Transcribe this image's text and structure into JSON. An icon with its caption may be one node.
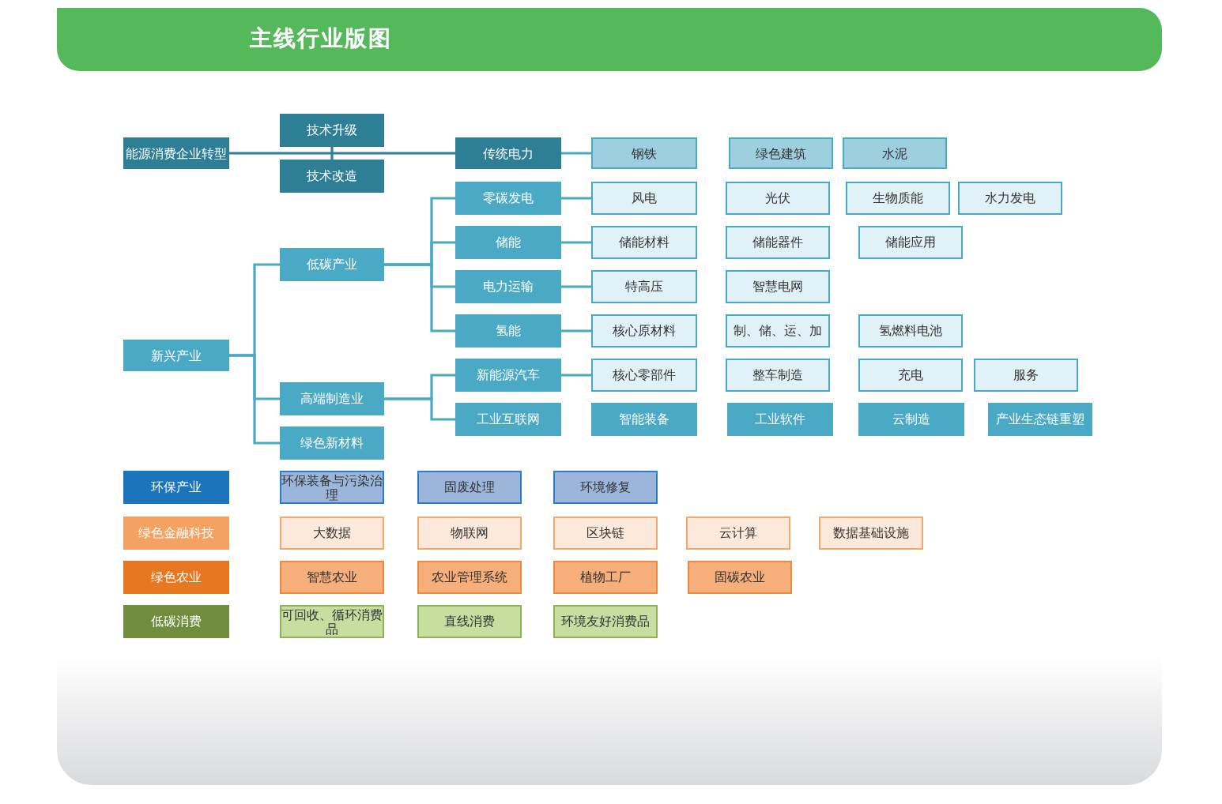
{
  "diagram": {
    "title": "主线行业版图",
    "nodes": [
      {
        "text": [
          "能源消费企业转型"
        ]
      },
      {
        "text": [
          "技术升级"
        ]
      },
      {
        "text": [
          "技术改造"
        ]
      },
      {
        "text": [
          "传统电力"
        ]
      },
      {
        "text": [
          "钢铁"
        ]
      },
      {
        "text": [
          "绿色建筑"
        ]
      },
      {
        "text": [
          "水泥"
        ]
      },
      {
        "text": [
          "新兴产业"
        ]
      },
      {
        "text": [
          "低碳产业"
        ]
      },
      {
        "text": [
          "高端制造业"
        ]
      },
      {
        "text": [
          "绿色新材料"
        ]
      },
      {
        "text": [
          "零碳发电"
        ]
      },
      {
        "text": [
          "储能"
        ]
      },
      {
        "text": [
          "电力运输"
        ]
      },
      {
        "text": [
          "氢能"
        ]
      },
      {
        "text": [
          "新能源汽车"
        ]
      },
      {
        "text": [
          "工业互联网"
        ]
      },
      {
        "text": [
          "风电"
        ]
      },
      {
        "text": [
          "光伏"
        ]
      },
      {
        "text": [
          "生物质能"
        ]
      },
      {
        "text": [
          "水力发电"
        ]
      },
      {
        "text": [
          "储能材料"
        ]
      },
      {
        "text": [
          "储能器件"
        ]
      },
      {
        "text": [
          "储能应用"
        ]
      },
      {
        "text": [
          "特高压"
        ]
      },
      {
        "text": [
          "智慧电网"
        ]
      },
      {
        "text": [
          "核心原材料"
        ]
      },
      {
        "text": [
          "制、储、运、加"
        ]
      },
      {
        "text": [
          "氢燃料电池"
        ]
      },
      {
        "text": [
          "核心零部件"
        ]
      },
      {
        "text": [
          "整车制造"
        ]
      },
      {
        "text": [
          "充电"
        ]
      },
      {
        "text": [
          "服务"
        ]
      },
      {
        "text": [
          "智能装备"
        ]
      },
      {
        "text": [
          "工业软件"
        ]
      },
      {
        "text": [
          "云制造"
        ]
      },
      {
        "text": [
          "产业生态链重塑"
        ]
      },
      {
        "text": [
          "环保产业"
        ]
      },
      {
        "text": [
          "环保装备与污染治理"
        ]
      },
      {
        "text": [
          "固废处理"
        ]
      },
      {
        "text": [
          "环境修复"
        ]
      },
      {
        "text": [
          "绿色金融科技"
        ]
      },
      {
        "text": [
          "大数据"
        ]
      },
      {
        "text": [
          "物联网"
        ]
      },
      {
        "text": [
          "区块链"
        ]
      },
      {
        "text": [
          "云计算"
        ]
      },
      {
        "text": [
          "数据基础设施"
        ]
      },
      {
        "text": [
          "绿色农业"
        ]
      },
      {
        "text": [
          "智慧农业"
        ]
      },
      {
        "text": [
          "农业管理系统"
        ]
      },
      {
        "text": [
          "植物工厂"
        ]
      },
      {
        "text": [
          "固碳农业"
        ]
      },
      {
        "text": [
          "低碳消费"
        ]
      },
      {
        "text": [
          "可回收、循环消费品"
        ]
      },
      {
        "text": [
          "直线消费"
        ]
      },
      {
        "text": [
          "环境友好消费品"
        ]
      }
    ],
    "edges": [
      {
        "from": 0,
        "to": 3,
        "arrow": "none"
      },
      {
        "from": 1,
        "to": 2,
        "arrow": "none"
      },
      {
        "from": 3,
        "to": 4,
        "arrow": "none"
      },
      {
        "from": 7,
        "to": 8,
        "arrow": "none"
      },
      {
        "from": 7,
        "to": 9,
        "arrow": "none"
      },
      {
        "from": 7,
        "to": 10,
        "arrow": "none"
      },
      {
        "from": 8,
        "to": 11,
        "arrow": "none"
      },
      {
        "from": 8,
        "to": 12,
        "arrow": "none"
      },
      {
        "from": 8,
        "to": 13,
        "arrow": "none"
      },
      {
        "from": 8,
        "to": 14,
        "arrow": "none"
      },
      {
        "from": 9,
        "to": 15,
        "arrow": "none"
      },
      {
        "from": 9,
        "to": 16,
        "arrow": "none"
      },
      {
        "from": 11,
        "to": 17,
        "arrow": "none"
      },
      {
        "from": 12,
        "to": 21,
        "arrow": "none"
      },
      {
        "from": 13,
        "to": 24,
        "arrow": "none"
      },
      {
        "from": 14,
        "to": 26,
        "arrow": "none"
      },
      {
        "from": 15,
        "to": 29,
        "arrow": "none"
      }
    ]
  }
}
